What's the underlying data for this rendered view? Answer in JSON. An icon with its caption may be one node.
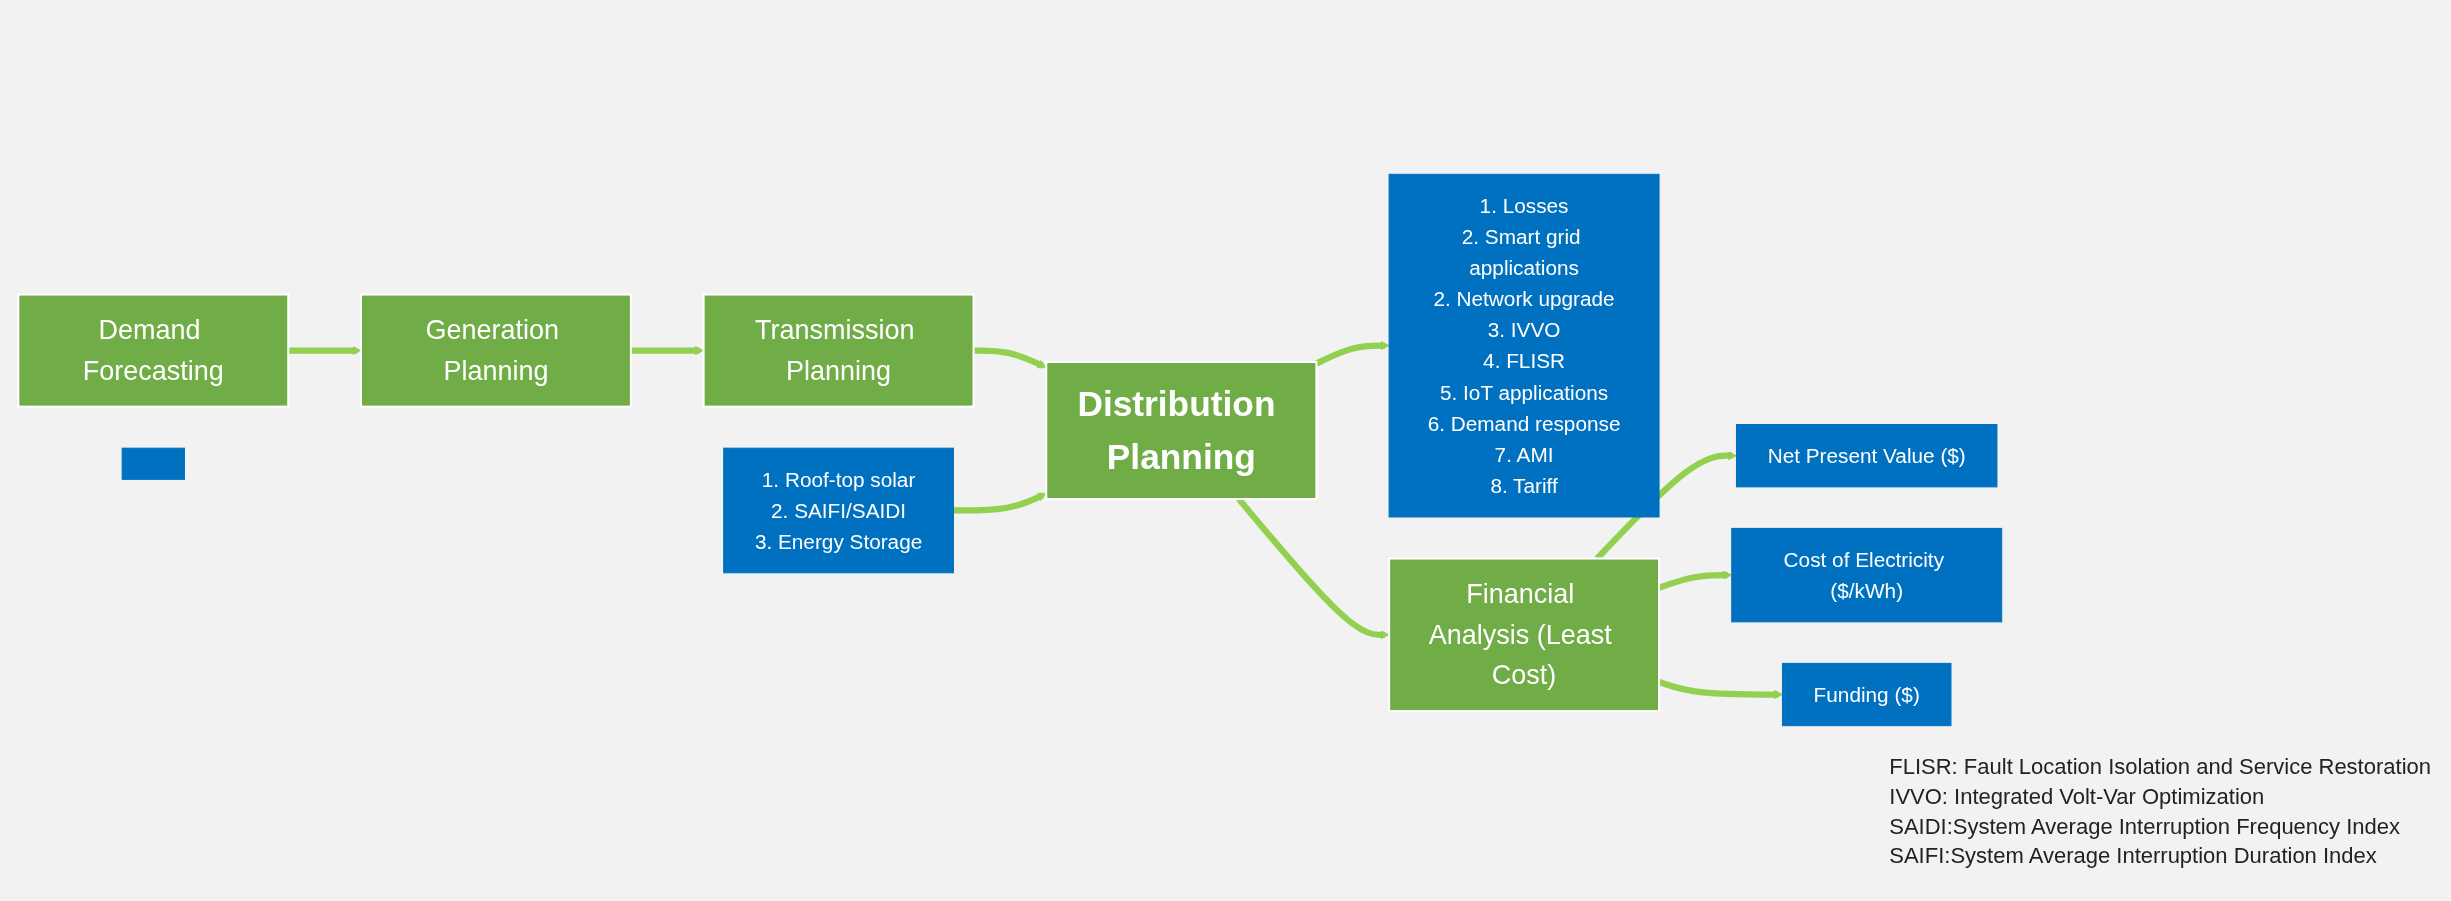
{
  "diagram": {
    "nodes": [
      {
        "text": [
          "Demand Forecasting"
        ]
      },
      {
        "text": [
          "Generation Planning"
        ]
      },
      {
        "text": [
          "Transmission Planning"
        ]
      },
      {
        "text": [
          "1. Roof-top solar",
          "2. SAIFI/SAIDI",
          "3. Energy Storage"
        ]
      },
      {
        "text": [
          "Distribution Planning"
        ]
      },
      {
        "text": [
          "1. Losses",
          "2. Smart grid applications",
          "2. Network upgrade",
          "3. IVVO",
          "4. FLISR",
          "5. IoT applications",
          "6. Demand response",
          "7. AMI",
          "8. Tariff"
        ]
      },
      {
        "text": [
          "Financial Analysis (Least Cost)"
        ]
      },
      {
        "text": [],
        "shape": "box"
      },
      {
        "text": [
          "Net Present Value ($)"
        ]
      },
      {
        "text": [
          "Cost of Electricity ($/kWh)"
        ]
      },
      {
        "text": [
          "Funding ($)"
        ]
      }
    ],
    "edges": [
      {
        "from": 0,
        "to": 1,
        "arrow": "to"
      },
      {
        "from": 1,
        "to": 2,
        "arrow": "to"
      },
      {
        "from": 2,
        "to": 4,
        "arrow": "to"
      },
      {
        "from": 3,
        "to": 4,
        "arrow": "to"
      },
      {
        "from": 4,
        "to": 5,
        "arrow": "to"
      },
      {
        "from": 4,
        "to": 6,
        "arrow": "to"
      },
      {
        "from": 6,
        "to": 8,
        "arrow": "to"
      },
      {
        "from": 6,
        "to": 9,
        "arrow": "to"
      },
      {
        "from": 6,
        "to": 10,
        "arrow": "to"
      }
    ],
    "labels": [
      "FLISR: Fault Location Isolation and Service Restoration",
      "IVVO: Integrated Volt-Var Optimization",
      "SAIDI:System Average Interruption Frequency Index",
      "SAIFI:System Average Interruption Duration Index"
    ]
  }
}
